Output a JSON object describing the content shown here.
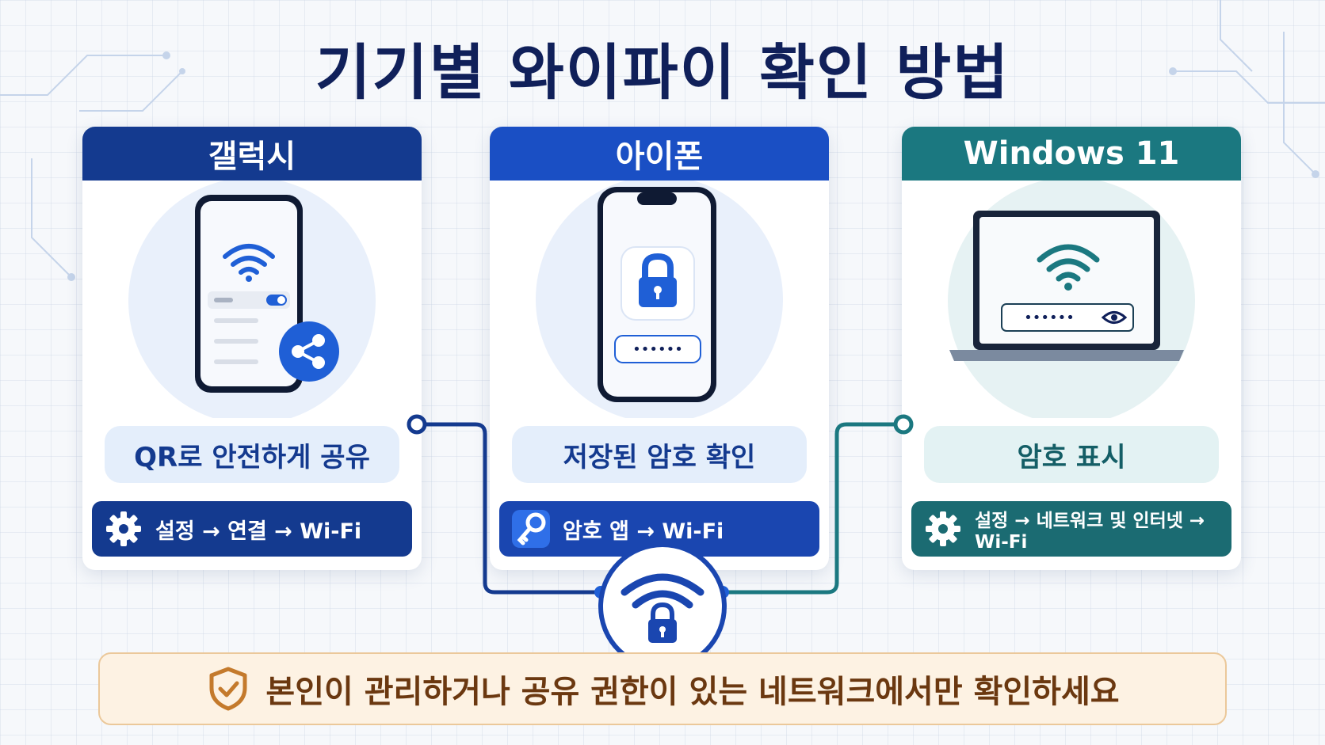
{
  "title": "기기별 와이파이 확인 방법",
  "cards": [
    {
      "header": "갤럭시",
      "label": "QR로 안전하게 공유",
      "path": "설정 → 연결 → Wi-Fi",
      "path_icon": "gear-icon",
      "header_color": "#143a8f",
      "path_color": "#143a8f"
    },
    {
      "header": "아이폰",
      "label": "저장된 암호 확인",
      "path": "암호 앱 → Wi-Fi",
      "path_icon": "key-icon",
      "header_color": "#1a4fc4",
      "path_color": "#1a46b0"
    },
    {
      "header": "Windows 11",
      "label": "암호 표시",
      "path": "설정 → 네트워크 및 인터넷 → Wi-Fi",
      "path_icon": "gear-icon",
      "header_color": "#1b7880",
      "path_color": "#1b6b72"
    }
  ],
  "password_mask": "••••••",
  "notice": "본인이 관리하거나 공유 권한이 있는 네트워크에서만 확인하세요",
  "colors": {
    "navy": "#10205a",
    "galaxy_blue": "#143a8f",
    "iphone_blue": "#1a4fc4",
    "windows_teal": "#1b7880",
    "notice_text": "#6b3810"
  }
}
